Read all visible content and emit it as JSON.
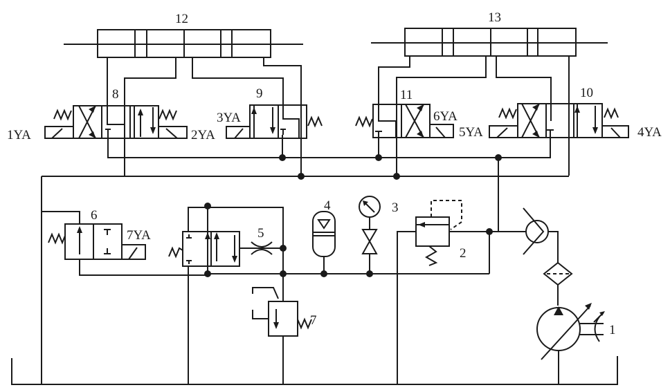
{
  "diagram": {
    "type": "hydraulic circuit schematic",
    "components": [
      {
        "id": "1",
        "label": "1",
        "name": "variable-displacement pump"
      },
      {
        "id": "2",
        "label": "2",
        "name": "pilot relief valve"
      },
      {
        "id": "3",
        "label": "3",
        "name": "pressure gauge with shut-off valve"
      },
      {
        "id": "4",
        "label": "4",
        "name": "accumulator"
      },
      {
        "id": "5",
        "label": "5",
        "name": "throttle with pilot valve"
      },
      {
        "id": "6",
        "label": "6",
        "name": "2/2 solenoid valve"
      },
      {
        "id": "7",
        "label": "7",
        "name": "pressure valve"
      },
      {
        "id": "8",
        "label": "8",
        "name": "directional valve"
      },
      {
        "id": "9",
        "label": "9",
        "name": "directional valve"
      },
      {
        "id": "10",
        "label": "10",
        "name": "directional valve"
      },
      {
        "id": "11",
        "label": "11",
        "name": "directional valve"
      },
      {
        "id": "12",
        "label": "12",
        "name": "double-rod cylinder"
      },
      {
        "id": "13",
        "label": "13",
        "name": "double-rod cylinder"
      }
    ],
    "solenoids": [
      "1YA",
      "2YA",
      "3YA",
      "4YA",
      "5YA",
      "6YA",
      "7YA"
    ],
    "colors": {
      "line": "#1a1a1a",
      "background": "#ffffff"
    }
  }
}
